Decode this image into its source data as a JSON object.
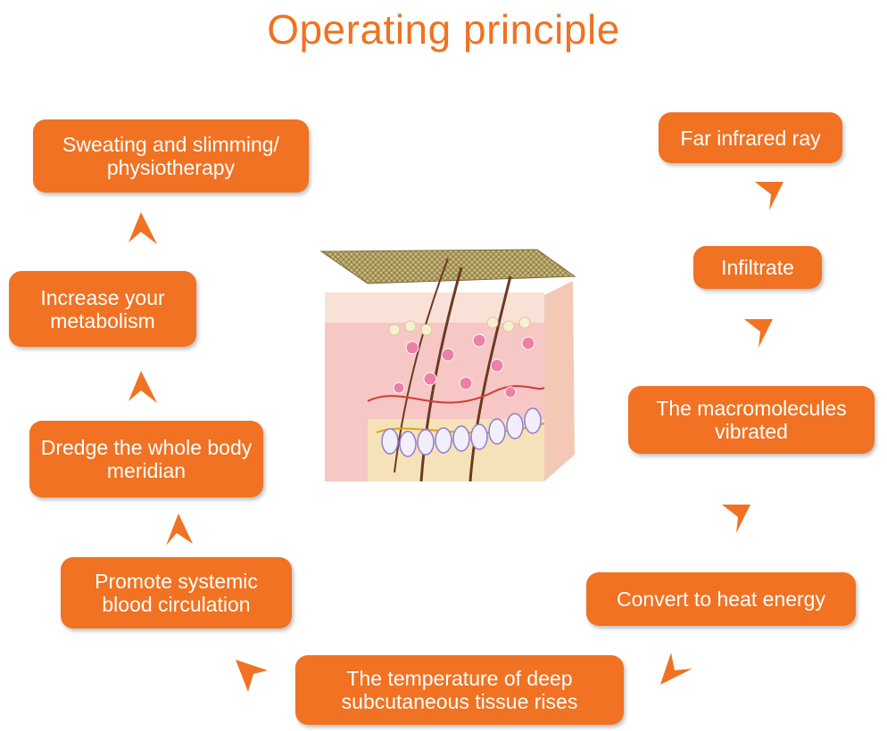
{
  "title": "Operating principle",
  "steps": [
    "Far infrared ray",
    "Infiltrate",
    "The macromolecules vibrated",
    "Convert to heat energy",
    "The temperature of deep subcutaneous tissue rises",
    "Promote systemic blood circulation",
    "Dredge the whole body meridian",
    "Increase your metabolism",
    "Sweating and slimming/ physiotherapy"
  ],
  "colors": {
    "accent": "#f07222",
    "text_on_accent": "#ffffff"
  }
}
